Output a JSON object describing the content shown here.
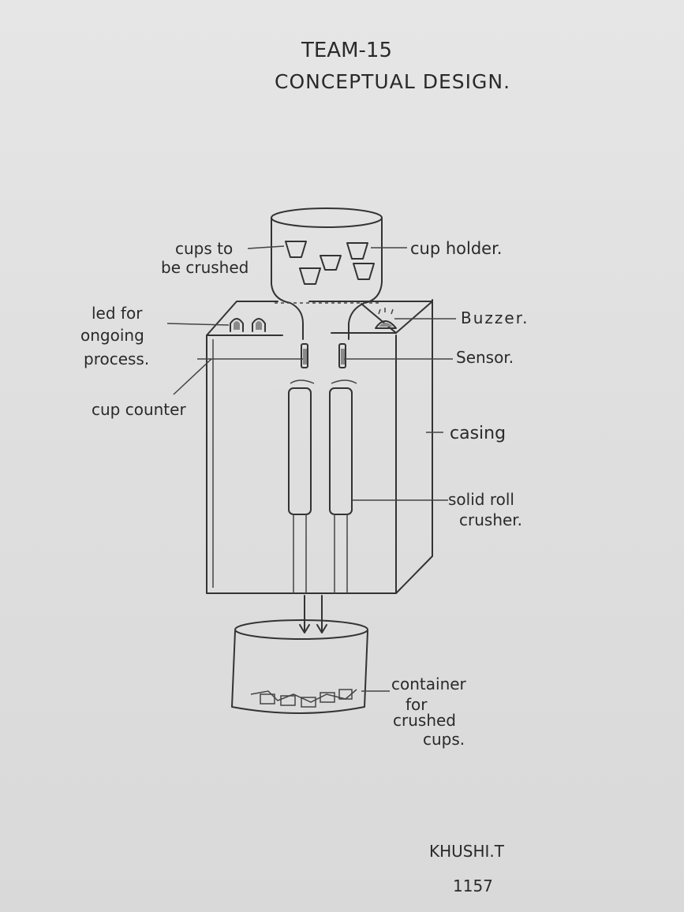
{
  "title": {
    "team": "TEAM-15",
    "subtitle": "CONCEPTUAL DESIGN."
  },
  "labels": {
    "cups_to_be_crushed_1": "cups to",
    "cups_to_be_crushed_2": "be crushed",
    "cup_holder": "cup holder.",
    "led_1": "led for",
    "led_2": "ongoing",
    "led_3": "process.",
    "buzzer": "Buzzer.",
    "sensor": "Sensor.",
    "cup_counter": "cup counter",
    "casing": "casing",
    "crusher_1": "solid roll",
    "crusher_2": "crusher.",
    "container_1": "container",
    "container_2": "for",
    "container_3": "crushed",
    "container_4": "cups."
  },
  "signature": {
    "name": "KHUSHI.T",
    "number": "1157"
  }
}
